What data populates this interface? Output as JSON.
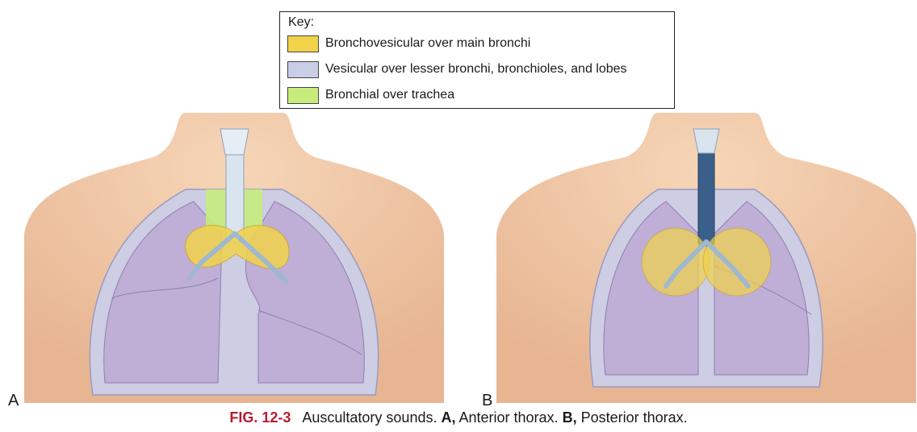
{
  "key": {
    "title": "Key:",
    "items": [
      {
        "label": "Bronchovesicular over main bronchi",
        "color": "#f1d34a"
      },
      {
        "label": "Vesicular over lesser bronchi, bronchioles, and lobes",
        "color": "#c9cde6"
      },
      {
        "label": "Bronchial over trachea",
        "color": "#c8ec7c"
      }
    ]
  },
  "panels": [
    {
      "letter": "A"
    },
    {
      "letter": "B"
    }
  ],
  "colors": {
    "skin": "#f2c9a6",
    "skin_shadow": "#e2ac86",
    "pleura": "#c8c8e0",
    "lung": "#bfaed6",
    "bronchovesicular": "#f1d34a",
    "bronchial": "#c8ec7c",
    "trachea": "#d9e4ee",
    "trachea_dark": "#3a5f8a",
    "caption_accent": "#b51c32"
  },
  "caption": {
    "fig_label": "FIG. 12-3",
    "text_1": "Auscultatory sounds.",
    "a_label": "A,",
    "a_text": "Anterior thorax.",
    "b_label": "B,",
    "b_text": "Posterior thorax."
  }
}
